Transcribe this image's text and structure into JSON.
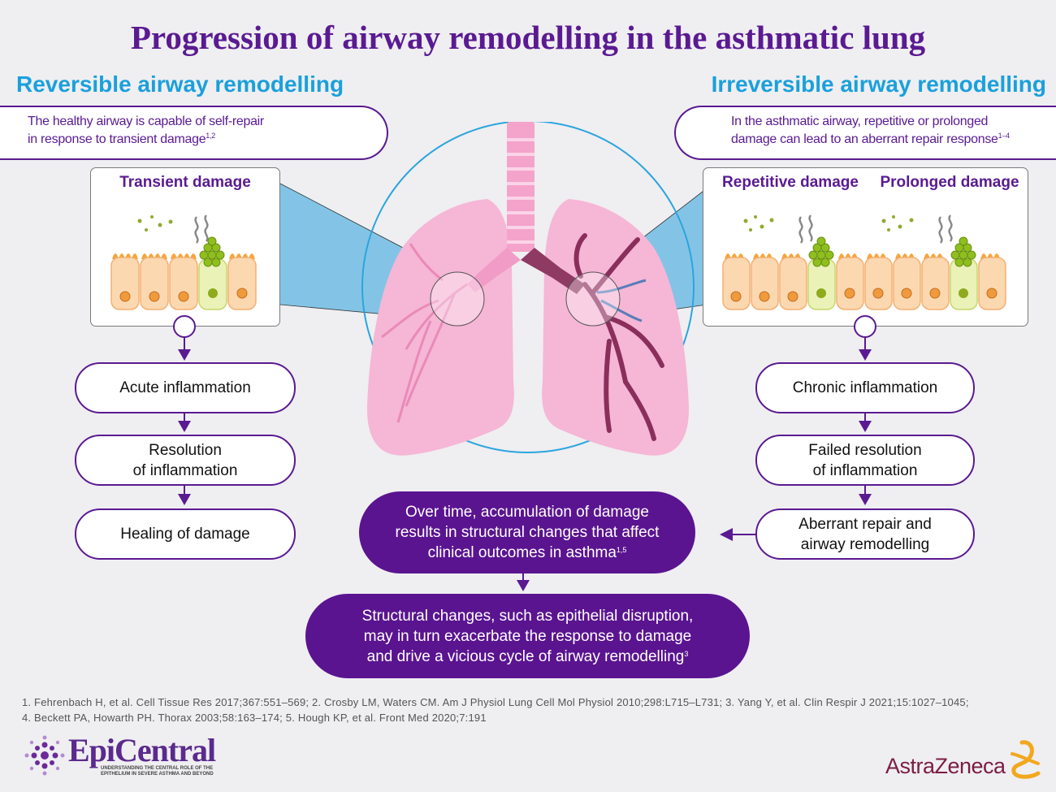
{
  "title": "Progression of airway remodelling in the asthmatic lung",
  "left": {
    "heading": "Reversible airway remodelling",
    "intro": "The healthy airway is capable of self-repair\nin response to transient damage",
    "intro_ref": "1,2",
    "panel_title": "Transient damage",
    "steps": [
      "Acute inflammation",
      "Resolution\nof inflammation",
      "Healing of damage"
    ]
  },
  "right": {
    "heading": "Irreversible airway remodelling",
    "intro": "In the asthmatic airway, repetitive or prolonged\ndamage can lead to an aberrant repair response",
    "intro_ref": "1–4",
    "panel_titles": [
      "Repetitive damage",
      "Prolonged damage"
    ],
    "steps": [
      "Chronic inflammation",
      "Failed resolution\nof inflammation",
      "Aberrant repair and\nairway remodelling"
    ]
  },
  "center": {
    "accumulation": "Over time, accumulation of damage\nresults in structural changes that affect\nclinical outcomes in asthma",
    "accumulation_ref": "1,5",
    "cycle": "Structural changes, such as epithelial disruption,\nmay in turn exacerbate the response to damage\nand drive a vicious cycle of airway remodelling",
    "cycle_ref": "3"
  },
  "references": [
    "1. Fehrenbach H, et al. Cell Tissue Res 2017;367:551–569; 2. Crosby LM, Waters CM. Am J Physiol Lung Cell Mol Physiol 2010;298:L715–L731; 3. Yang Y, et al. Clin Respir J 2021;15:1027–1045;",
    "4. Beckett PA, Howarth PH. Thorax 2003;58:163–174; 5. Hough KP, et al. Front Med 2020;7:191"
  ],
  "logos": {
    "epicentral": "EpiCentral",
    "epicentral_tagline": "UNDERSTANDING THE CENTRAL ROLE OF THE\nEPITHELIUM IN SEVERE ASTHMA AND BEYOND",
    "astrazeneca": "AstraZeneca"
  },
  "colors": {
    "purple": "#5a1a91",
    "blue": "#1aa0dc",
    "pink": "#f7b8d7",
    "background": "#efeef1"
  }
}
